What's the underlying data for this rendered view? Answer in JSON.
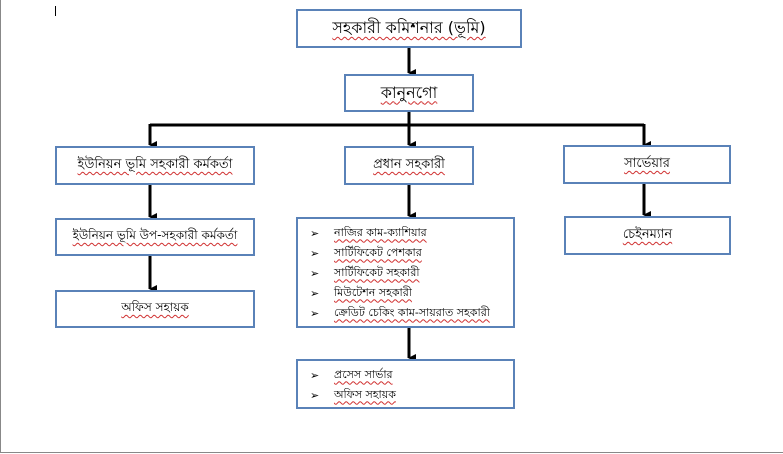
{
  "top": "সহকারী কমিশনার (ভূমি)",
  "second": "কানুনগো",
  "left": [
    "ইউনিয়ন ভূমি সহকারী কর্মকর্তা",
    "ইউনিয়ন ভূমি উপ-সহকারী কর্মকর্তা",
    "অফিস সহায়ক"
  ],
  "middle": {
    "head": "প্রধান সহকারী",
    "list1": [
      "নাজির কাম-ক্যাশিয়ার",
      "সার্টিফিকেট পেশকার",
      "সার্টিফিকেট সহকারী",
      "মিউটেশন সহকারী",
      "ক্রেডিট চেকিং কাম-সায়রাত সহকারী"
    ],
    "list2": [
      "প্রসেস সার্ভার",
      "অফিস সহায়ক"
    ]
  },
  "right": [
    "সার্ভেয়ার",
    "চেইনম্যান"
  ],
  "bullet": "➢",
  "colors": {
    "box_border": "#5a82b8",
    "connector": "#000000"
  }
}
